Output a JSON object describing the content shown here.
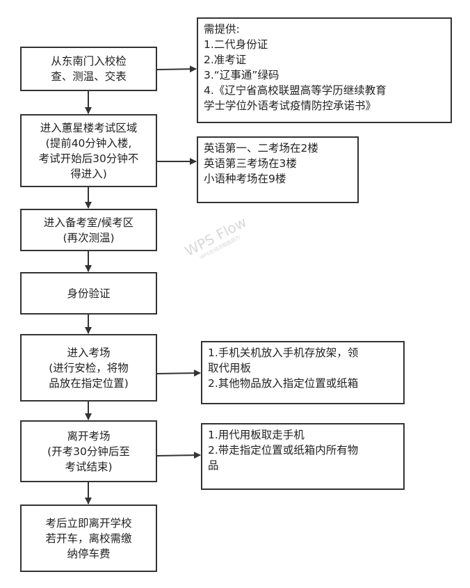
{
  "steps": [
    {
      "lines": [
        "从东南门入校检",
        "查、测温、交表"
      ]
    },
    {
      "lines": [
        "进入蕙星楼考试区域",
        "(提前40分钟入楼,",
        "考试开始后30分钟不",
        "得进入)"
      ]
    },
    {
      "lines": [
        "进入备考室/候考区",
        "(再次测温)"
      ]
    },
    {
      "lines": [
        "身份验证"
      ]
    },
    {
      "lines": [
        "进入考场",
        "(进行安检，将物",
        "品放在指定位置)"
      ]
    },
    {
      "lines": [
        "离开考场",
        "(开考30分钟后至",
        "考试结束)"
      ]
    },
    {
      "lines": [
        "考后立即离开学校",
        "若开车，离校需缴",
        "纳停车费"
      ]
    }
  ],
  "notes": [
    {
      "lines": [
        "需提供:",
        "1.二代身份证",
        "2.准考证",
        "3.“辽事通”绿码",
        "4.《辽宁省高校联盟高等学历继续教育",
        "学士学位外语考试疫情防控承诺书》"
      ]
    },
    {
      "lines": [
        "英语第一、二考场在2楼",
        "英语第三考场在3楼",
        "小语种考场在9楼"
      ]
    },
    {
      "lines": [
        "1.手机关机放入手机存放架，领",
        "取代用板",
        "2.其他物品放入指定位置或纸箱"
      ]
    },
    {
      "lines": [
        "1.用代用板取走手机",
        "2.带走指定位置或纸箱内所有物",
        "品"
      ]
    }
  ],
  "watermark": {
    "main": "WPS Flow",
    "sub": "WPS在线流程图助力"
  }
}
